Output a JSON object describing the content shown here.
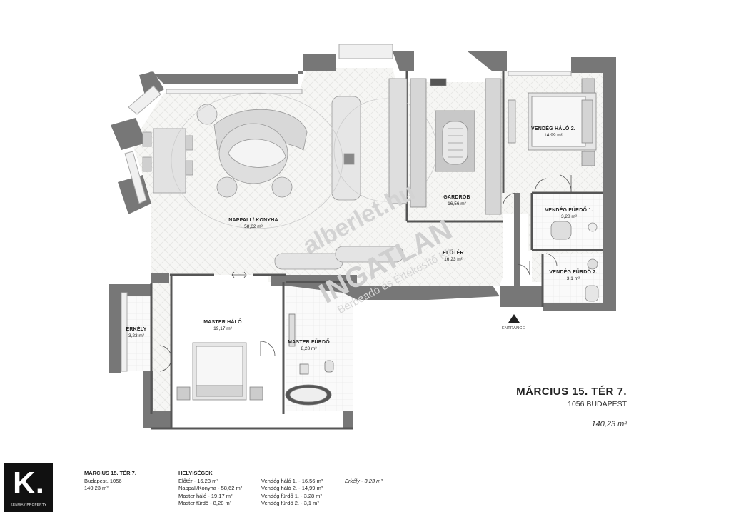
{
  "rooms": {
    "nappali": {
      "name": "NAPPALI / KONYHA",
      "area": "58,62 m²"
    },
    "gardrob": {
      "name": "GARDRÓB",
      "area": "16,56 m²"
    },
    "eloter": {
      "name": "ELŐTÉR",
      "area": "16,23 m²"
    },
    "vendeg_halo2": {
      "name": "VENDÉG HÁLÓ 2.",
      "area": "14,99 m²"
    },
    "vendeg_furdo1": {
      "name": "VENDÉG FÜRDŐ 1.",
      "area": "3,28 m²"
    },
    "vendeg_furdo2": {
      "name": "VENDÉG FÜRDŐ 2.",
      "area": "3,1 m²"
    },
    "master_halo": {
      "name": "MASTER HÁLÓ",
      "area": "19,17 m²"
    },
    "master_furdo": {
      "name": "MASTER FÜRDŐ",
      "area": "8,28 m²"
    },
    "erkely": {
      "name": "ERKÉLY",
      "area": "3,23 m²"
    }
  },
  "entrance_label": "ENTRANCE",
  "watermark": {
    "line1": "alberlet.hu",
    "line2": "INGATLAN",
    "line3": "Bérbeadó és Értékesítő Kft."
  },
  "address": {
    "title": "MÁRCIUS 15. TÉR 7.",
    "city": "1056 BUDAPEST",
    "area": "140,23 m²"
  },
  "logo": {
    "letter": "K",
    "dot": ".",
    "subtitle": "KENWAY PROPERTY"
  },
  "footer": {
    "title": "MÁRCIUS 15. TÉR 7.",
    "city": "Budapest, 1056",
    "area": "140,23 m²",
    "heading": "HELYISÉGEK",
    "col1": [
      "Előtér - 16,23 m²",
      "Nappali/Konyha - 58,62 m²",
      "Master háló - 19,17 m²",
      "Master fürdő - 8,28 m²"
    ],
    "col2": [
      "Vendég háló 1. - 16,56 m²",
      "Vendég háló 2. - 14,99 m²",
      "Vendég fürdő 1. - 3,28 m²",
      "Vendég fürdő 2. - 3,1 m²"
    ],
    "col3": [
      "Erkély - 3,23 m²"
    ]
  }
}
